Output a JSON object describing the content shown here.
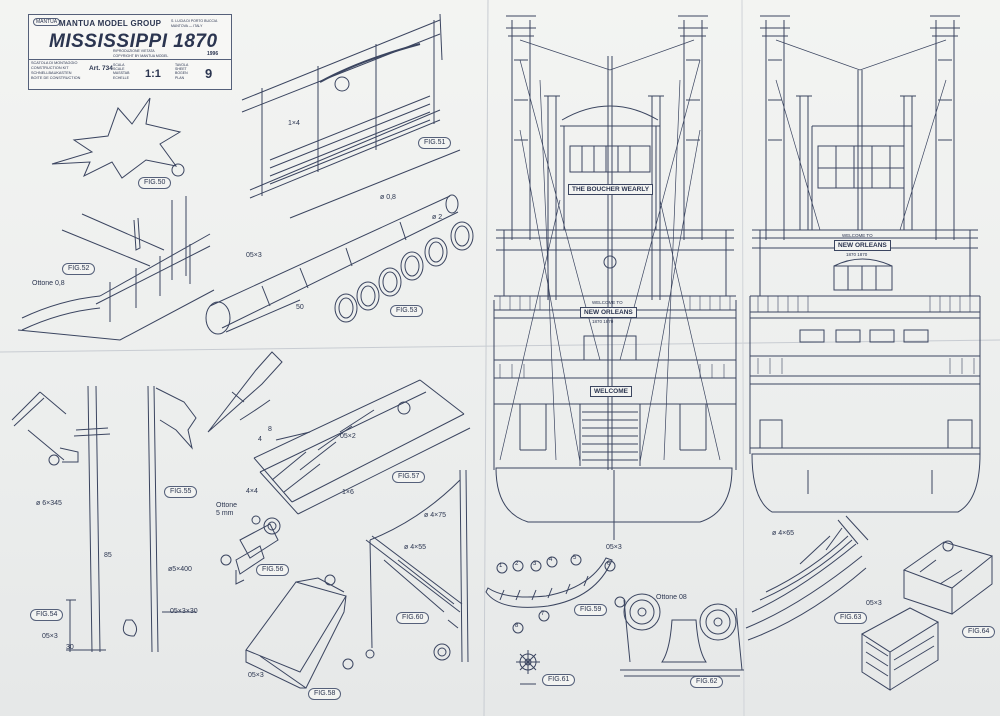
{
  "title_block": {
    "brand": "MANTUA MODEL GROUP",
    "logo": "MANTUA",
    "address": "S. LUCIA DI PORTO BUCCIA\nMANTOVA — ITALY",
    "title": "MISSISSIPPI 1870",
    "kit_labels": "SCATOLA DI MONTAGGIO\nCONSTRUCTION KIT\nSCHNELLBAUKASTEN\nBOITE DE CONSTRUCTION",
    "art": "Art. 734",
    "rights": "RIPRODUZIONE VIETATA\nCOPYRIGHT BY MANTUA MODEL",
    "year": "1996",
    "scale_labels": "SCALA\nSCALE\nMASSTAB\nECHELLE",
    "scale": "1:1",
    "sheet_labels": "TAVOLA\nSHEET\nBOGEN\nPLAN",
    "sheet_number": "9"
  },
  "figures": {
    "fig50": "FIG.50",
    "fig51": "FIG.51",
    "fig52": "FIG.52",
    "fig53": "FIG.53",
    "fig54": "FIG.54",
    "fig55": "FIG.55",
    "fig56": "FIG.56",
    "fig57": "FIG.57",
    "fig58": "FIG.58",
    "fig59": "FIG.59",
    "fig60": "FIG.60",
    "fig61": "FIG.61",
    "fig62": "FIG.62",
    "fig63": "FIG.63",
    "fig64": "FIG.64"
  },
  "dimensions": {
    "d_1x4": "1×4",
    "d_phi08": "ø 0,8",
    "d_phi2": "ø 2",
    "d_05x3_a": "05×3",
    "d_50": "50",
    "ottone08_a": "Ottone 0,8",
    "d_phi6x345": "ø 6×345",
    "d_85": "85",
    "d_phi5x400": "ø5×400",
    "d_05x3x30": "05×3×30",
    "d_05x3_b": "05×3",
    "d_30": "30",
    "d_8": "8",
    "d_4": "4",
    "d_05x2": "05×2",
    "d_4x4": "4×4",
    "d_1x6": "1×6",
    "ottone5mm": "Ottone\n5 mm",
    "d_phi4x75": "ø 4×75",
    "d_phi4x55": "ø 4×55",
    "d_05x3_c": "05×3",
    "d_05x3_d": "05×3",
    "ottone08_b": "Ottone 08",
    "d_phi4x65": "ø 4×65",
    "d_05x3_e": "05×3"
  },
  "signs": {
    "boucher": "THE BOUCHER WEARLY",
    "new_orleans_front": "NEW ORLEANS",
    "welcome_small_front": "WELCOME TO",
    "years_front": "1870 1870",
    "welcome": "WELCOME",
    "welcome_small_side": "WELCOME TO",
    "new_orleans_side": "NEW ORLEANS",
    "years_side": "1870 1870"
  },
  "part_numbers": {
    "p_1": "1",
    "p_2": "2",
    "p_3": "3",
    "p_4": "4",
    "p_5": "5",
    "p_6": "6",
    "p_7": "7",
    "p_8": "8"
  }
}
